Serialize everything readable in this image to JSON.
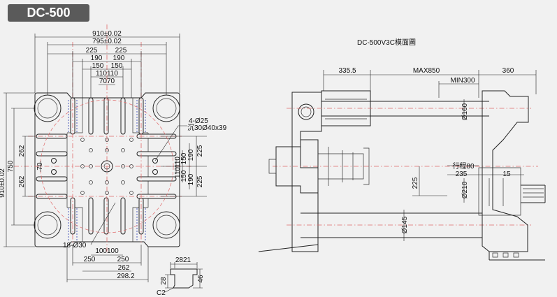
{
  "model_badge": "DC-500",
  "side_view": {
    "title": "DC-500V3C模面圖",
    "dims": {
      "d335": "335.5",
      "max850": "MAX850",
      "d360": "360",
      "min300": "MIN300",
      "phi160": "Ø160",
      "stroke": "行程80",
      "d235": "235",
      "d15": "15",
      "d225": "225",
      "phi210": "Ø210",
      "phi145": "Ø145"
    }
  },
  "platen_view": {
    "top_dims": [
      "910±0.02",
      "795±0.02",
      "225",
      "225",
      "190",
      "190",
      "150",
      "150",
      "110110",
      "7070"
    ],
    "right_dims": [
      "110",
      "150",
      "190",
      "225",
      "110",
      "150",
      "190",
      "225"
    ],
    "left_dims": [
      "910±0.02",
      "750",
      "262",
      "262",
      "70"
    ],
    "bottom_dims": [
      "100100",
      "250",
      "250",
      "262",
      "298.2"
    ],
    "hole_note_1": "4-Ø25",
    "hole_note_2": "沉30Ø40x39",
    "slot_note": "18-Ø30"
  },
  "slot_detail": {
    "d28": "28",
    "d21": "21",
    "d28b": "28",
    "d46": "46",
    "chamfer": "C2"
  }
}
